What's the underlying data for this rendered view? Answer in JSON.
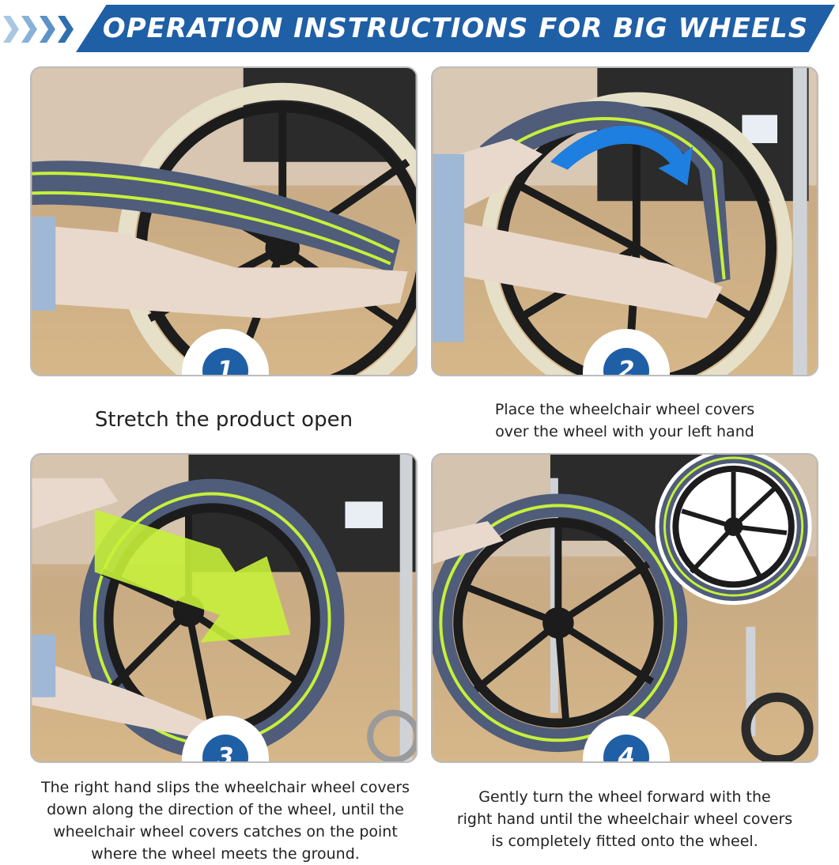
{
  "header": {
    "title": "OPERATION INSTRUCTIONS FOR BIG WHEELS"
  },
  "steps": [
    {
      "number": "1",
      "caption_lines": [
        "Stretch the product open"
      ]
    },
    {
      "number": "2",
      "caption_lines": [
        "Place the wheelchair wheel covers",
        "over the wheel with your left hand"
      ]
    },
    {
      "number": "3",
      "caption_lines": [
        "The right hand slips the wheelchair wheel covers",
        "down along the direction of the wheel, until the",
        "wheelchair wheel covers catches on the point",
        "where the wheel meets the ground."
      ]
    },
    {
      "number": "4",
      "caption_lines": [
        "Gently turn the wheel forward with the",
        "right hand until the wheelchair wheel covers",
        "is completely fitted onto the wheel."
      ]
    }
  ],
  "colors": {
    "brand_blue": "#1f5fa6",
    "cover_gray": "#4f5c7a",
    "zipper_green": "#c6f03a"
  },
  "icons": {
    "banner": "chevron-right-icon",
    "step2_arrow": "curved-arrow-icon",
    "step3_arrow": "down-arrow-icon"
  }
}
